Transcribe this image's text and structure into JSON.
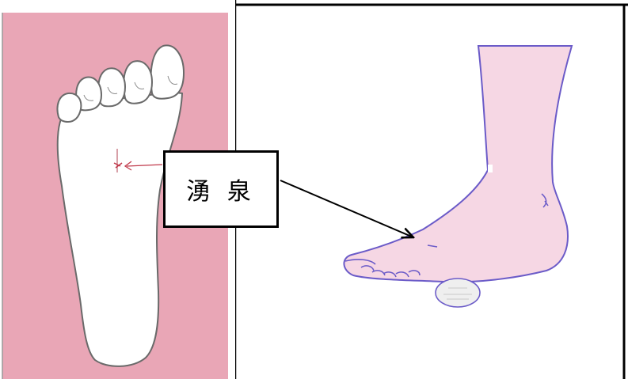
{
  "label": {
    "text": "湧 泉"
  },
  "colors": {
    "left_panel_bg": "#e9a6b6",
    "foot_fill": "#ffffff",
    "foot_outline": "#6a6a6a",
    "marker": "#c0394a",
    "leg_fill": "#f6d7e4",
    "leg_outline": "#6b5bc8",
    "ball_fill": "#efefef",
    "border": "#000000"
  },
  "icons": [
    "sole-of-foot-drawing",
    "side-view-foot-drawing",
    "ball-under-foot",
    "pointer-arrow"
  ]
}
